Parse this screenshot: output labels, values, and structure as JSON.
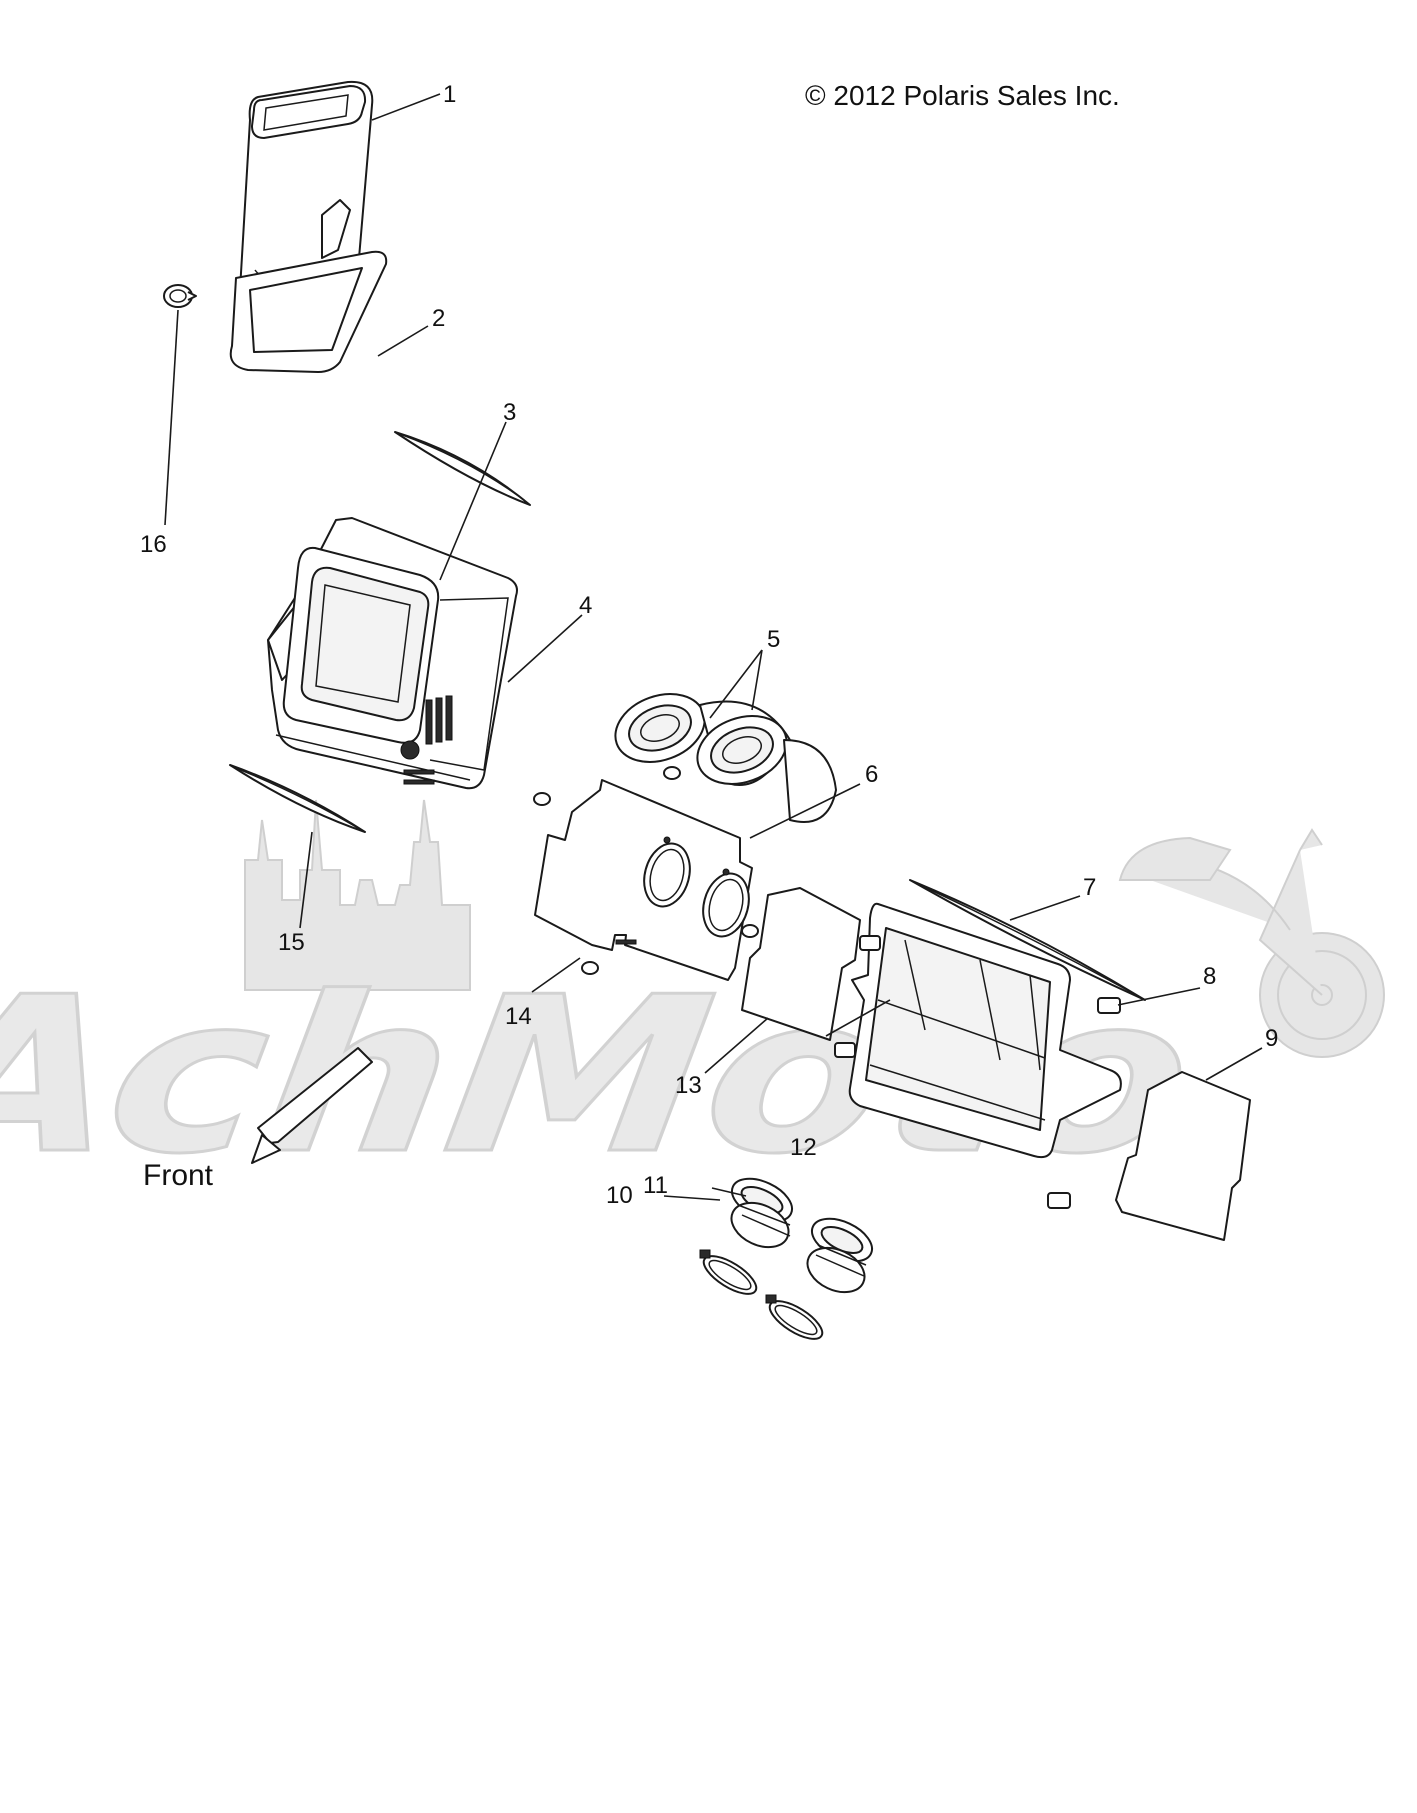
{
  "copyright": "© 2012 Polaris Sales Inc.",
  "direction_label": "Front",
  "watermark_text": "AchMoto",
  "callouts": [
    "1",
    "2",
    "3",
    "4",
    "5",
    "6",
    "7",
    "8",
    "9",
    "10",
    "11",
    "12",
    "13",
    "14",
    "15",
    "16"
  ],
  "colors": {
    "line": "#1a1a1a",
    "watermark": "#e6e6e6",
    "background": "#ffffff"
  }
}
